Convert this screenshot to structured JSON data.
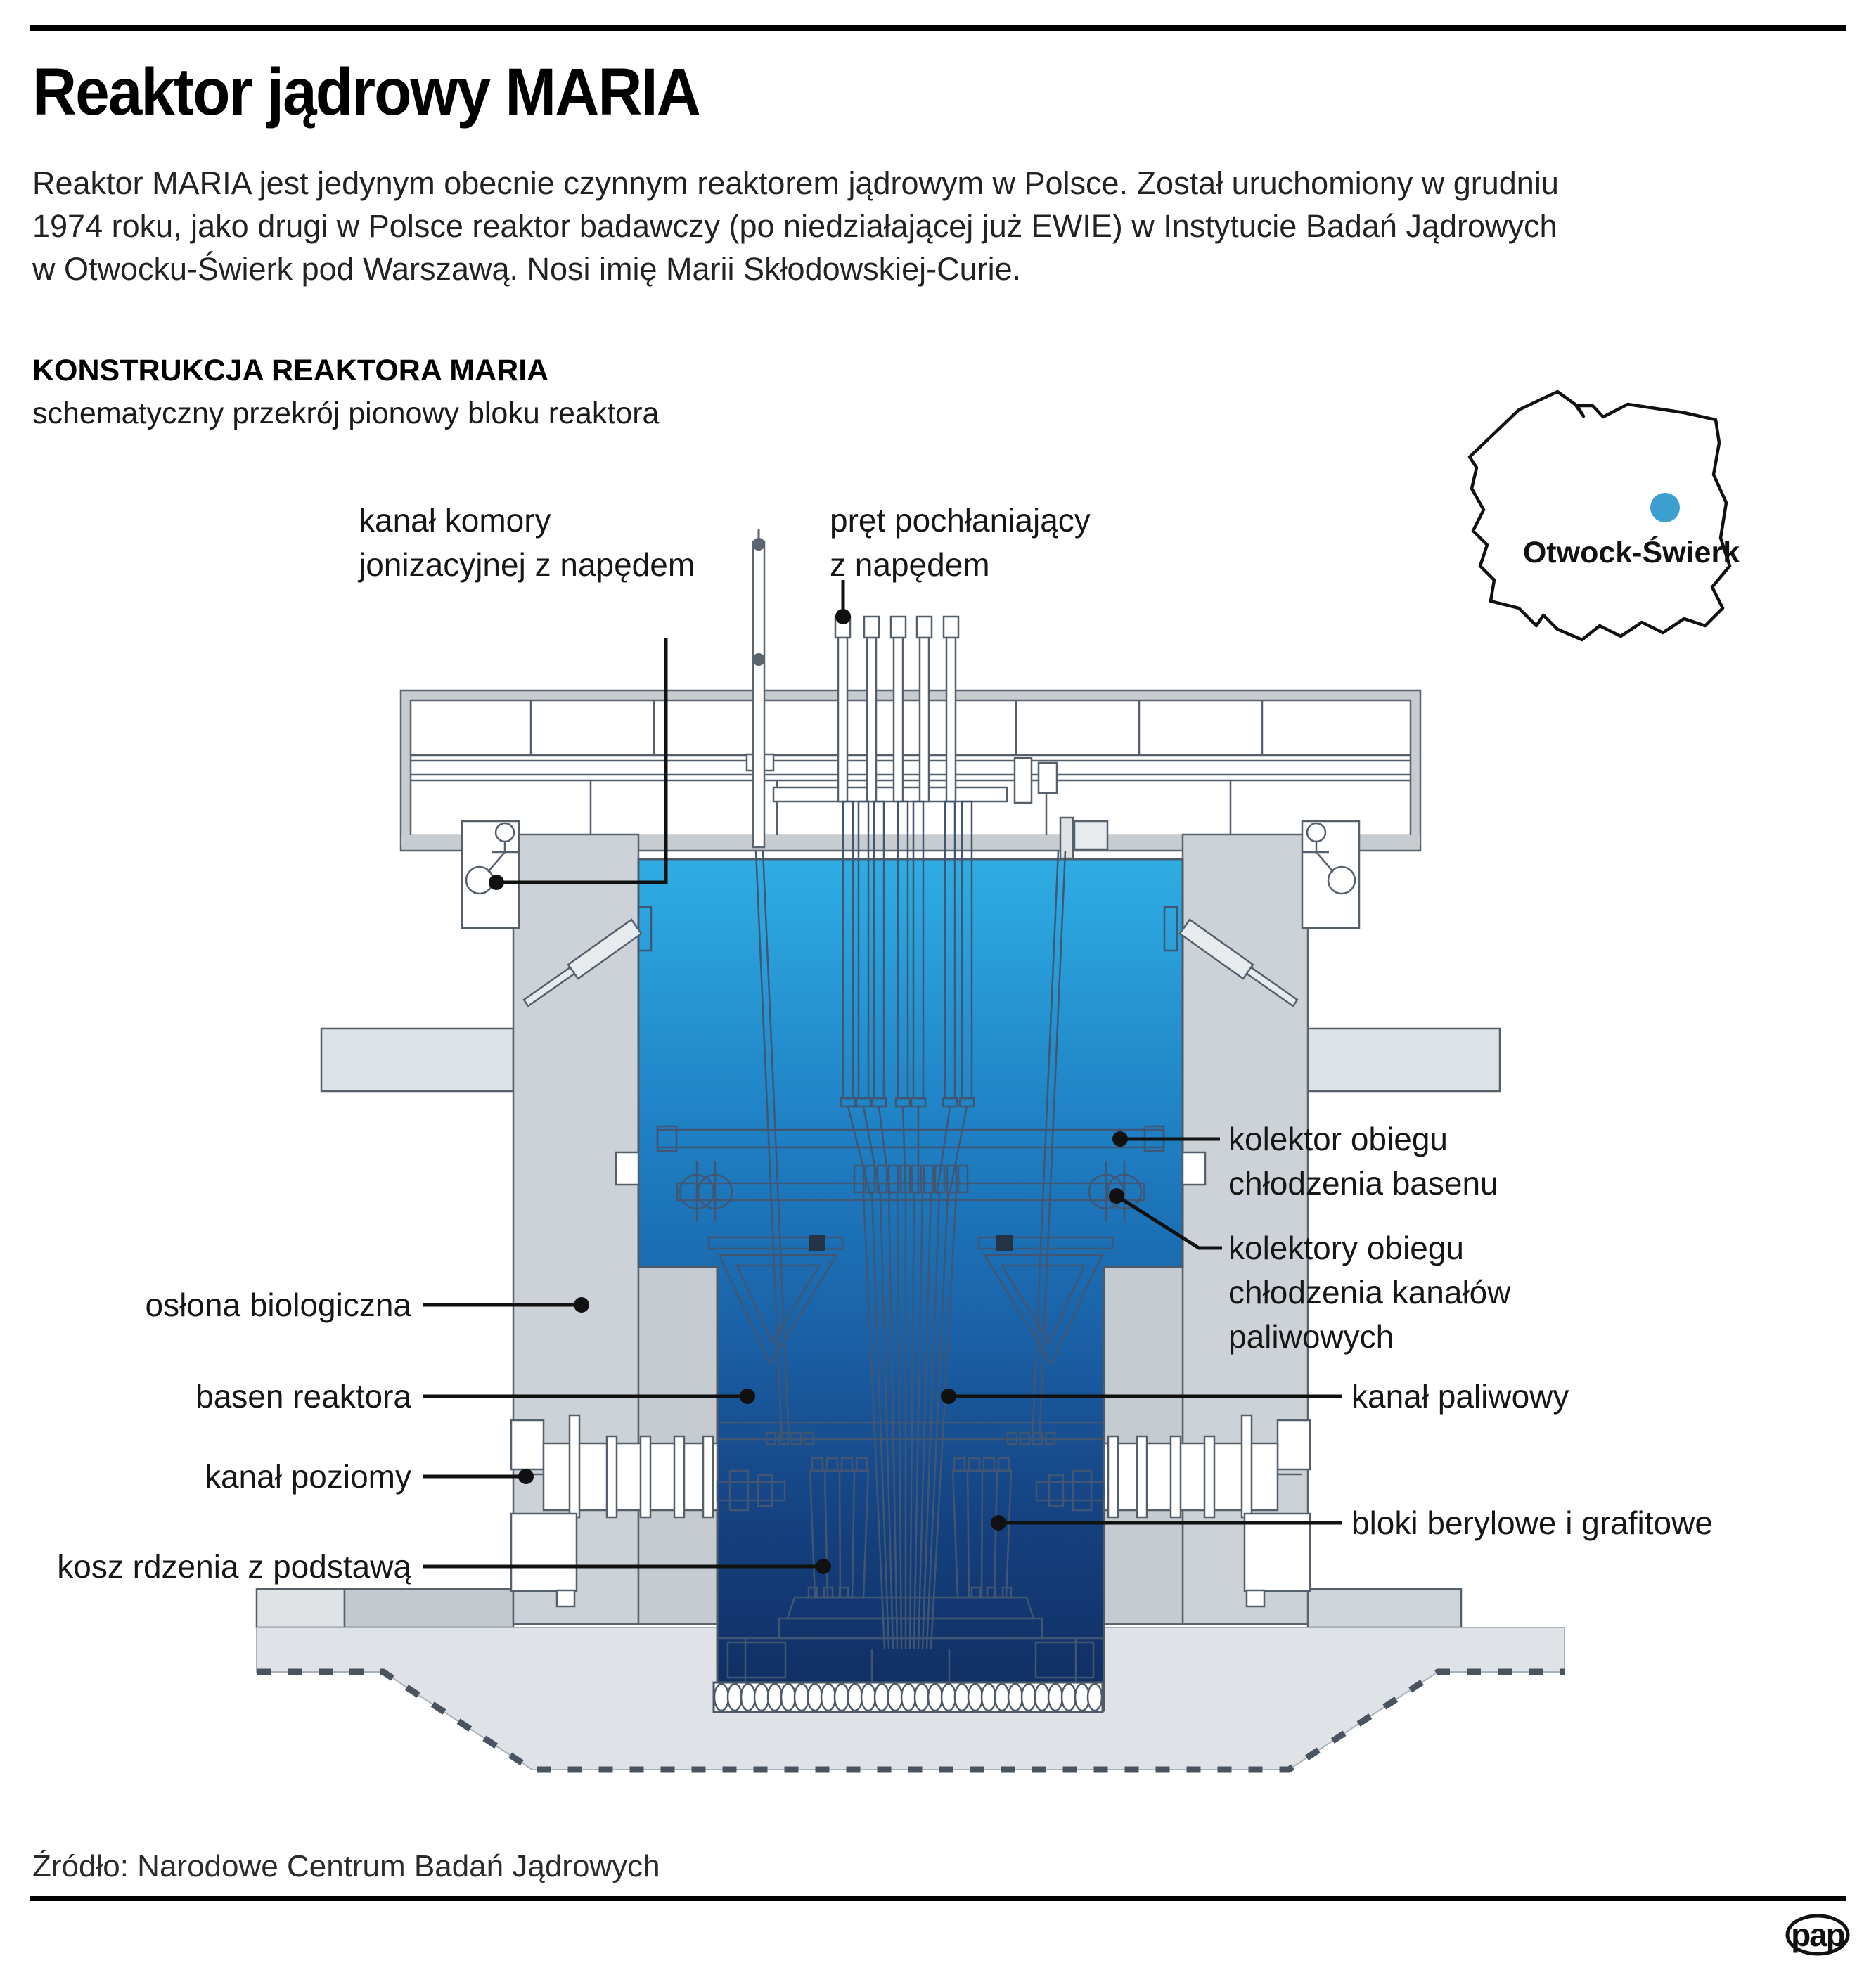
{
  "page": {
    "title": "Reaktor jądrowy MARIA",
    "intro": "Reaktor MARIA jest jedynym obecnie czynnym reaktorem jądrowym w Polsce. Został uruchomiony w grudniu\n1974 roku, jako drugi w Polsce reaktor badawczy (po niedziałającej już EWIE) w Instytucie Badań Jądrowych\nw Otwocku-Świerk pod Warszawą. Nosi imię Marii Skłodowskiej-Curie."
  },
  "section": {
    "heading": "KONSTRUKCJA REAKTORA MARIA",
    "subheading": "schematyczny przekrój pionowy bloku reaktora"
  },
  "map": {
    "location_label": "Otwock-Świerk",
    "dot_color": "#3d9fd0"
  },
  "diagram": {
    "labels": {
      "kanal_komory": {
        "line1": "kanał komory",
        "line2": "jonizacyjnej z napędem"
      },
      "pret": {
        "line1": "pręt pochłaniający",
        "line2": "z napędem"
      },
      "kolektor": {
        "line1": "kolektor obiegu",
        "line2": "chłodzenia basenu"
      },
      "kolektory": {
        "line1": "kolektory obiegu",
        "line2": "chłodzenia kanałów",
        "line3": "paliwowych"
      },
      "oslona": "osłona biologiczna",
      "basen": "basen reaktora",
      "kanal_poziomy": "kanał poziomy",
      "kosz": "kosz rdzenia z podstawą",
      "kanal_paliwowy": "kanał paliwowy",
      "bloki": "bloki berylowe i grafitowe"
    }
  },
  "footer": {
    "source": "Źródło: Narodowe Centrum Badań Jądrowych",
    "logo": "pap"
  },
  "colors": {
    "pool_top": "#2fade3",
    "pool_bottom": "#102c5f",
    "concrete": "#ccd2d7",
    "foundation": "#dfe3e7",
    "outline": "#55606c",
    "leader": "#111111",
    "accent_dot": "#3d9fd0"
  }
}
